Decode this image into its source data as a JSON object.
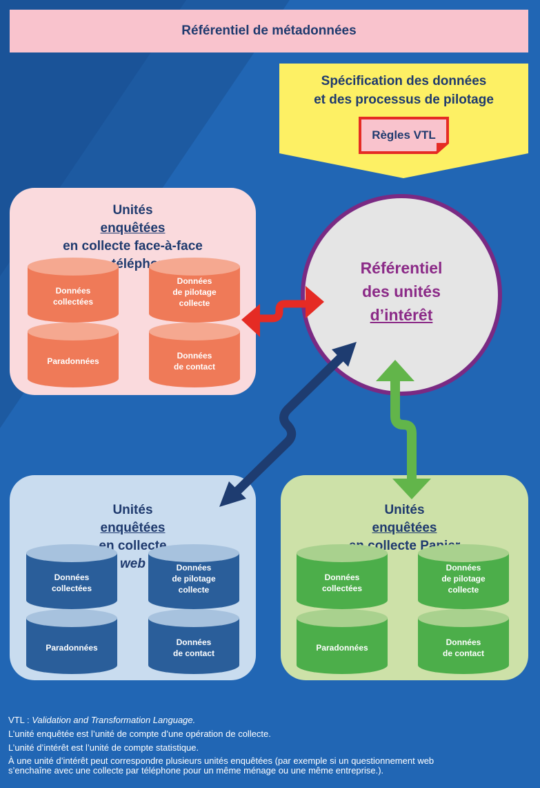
{
  "colors": {
    "background": "#2166b4",
    "header": "#f9c3cd",
    "spec": "#fdf064",
    "pink_panel": "#fadadd",
    "blue_panel": "#c9dcef",
    "green_panel": "#cde1a8",
    "orange_cylinder": "#ef7a58",
    "blue_cylinder": "#2a5e9a",
    "green_cylinder": "#4cae4a",
    "red_arrow": "#e52b24",
    "navy_arrow": "#1e3c70",
    "green_arrow": "#62b54a",
    "circle_border": "#7a2a83"
  },
  "header": {
    "title": "Référentiel de métadonnées"
  },
  "spec": {
    "line1": "Spécification des données",
    "line2": "et des processus de pilotage",
    "vtl": "Règles VTL"
  },
  "referentiel": {
    "line1": "Référentiel",
    "line2": "des unités",
    "line3": "d’intérêt"
  },
  "panels": {
    "face": {
      "title_pre": "Unités ",
      "title_u": "enquêtées",
      "line2": "en collecte face-à-face",
      "line3": "ou téléphone",
      "c1a": "Données",
      "c1b": "collectées",
      "c2a": "Données",
      "c2b": "de pilotage",
      "c2c": "collecte",
      "c3": "Paradonnées",
      "c4a": "Données",
      "c4b": "de contact"
    },
    "web": {
      "title_pre": "Unités ",
      "title_u": "enquêtées",
      "line2_pre": "en collecte ",
      "line2_it": "web",
      "c1a": "Données",
      "c1b": "collectées",
      "c2a": "Données",
      "c2b": "de pilotage",
      "c2c": "collecte",
      "c3": "Paradonnées",
      "c4a": "Données",
      "c4b": "de contact"
    },
    "paper": {
      "title_pre": "Unités ",
      "title_u": "enquêtées",
      "line2": "en collecte Papier",
      "c1a": "Données",
      "c1b": "collectées",
      "c2a": "Données",
      "c2b": "de pilotage",
      "c2c": "collecte",
      "c3": "Paradonnées",
      "c4a": "Données",
      "c4b": "de contact"
    }
  },
  "footnotes": {
    "vtl_pre": "VTL : ",
    "vtl_it": "Validation and Transformation Language.",
    "n1": "L’unité enquêtée est l’unité de compte d’une opération de collecte.",
    "n2": "L’unité d’intérêt est l’unité de compte statistique.",
    "n3a": "À une unité d’intérêt peut correspondre plusieurs unités enquêtées (par exemple si un questionnement web",
    "n3b": "s’enchaîne avec une collecte par téléphone pour un même ménage ou une même entreprise.)."
  }
}
